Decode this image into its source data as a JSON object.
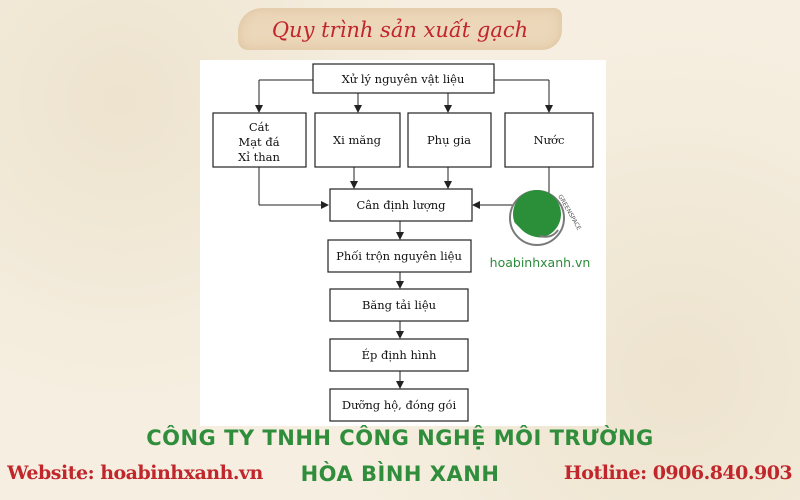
{
  "header": {
    "title": "Quy trình sản xuất gạch"
  },
  "diagram": {
    "nodes": {
      "source": "Xử lý nguyên vật liệu",
      "sand": [
        "Cát",
        "Mạt đá",
        "Xỉ than"
      ],
      "cement": "Xi măng",
      "additive": "Phụ gia",
      "water": "Nước",
      "weigh": "Cân định lượng",
      "mix": "Phối trộn nguyên liệu",
      "conveyor": "Băng tải liệu",
      "press": "Ép định hình",
      "cure": "Dưỡng hộ, đóng gói"
    },
    "logo_text": "hoabinhxanh.vn",
    "logo_ring_text": "GREENSPACE"
  },
  "footer": {
    "company_line1": "CÔNG TY TNHH CÔNG NGHỆ MÔI TRƯỜNG",
    "company_line2": "HÒA BÌNH XANH",
    "website": "Website: hoabinhxanh.vn",
    "hotline": "Hotline: 0906.840.903"
  },
  "colors": {
    "accent_red": "#c0262b",
    "brand_green": "#2f8d3c",
    "background": "#f6efe1"
  }
}
